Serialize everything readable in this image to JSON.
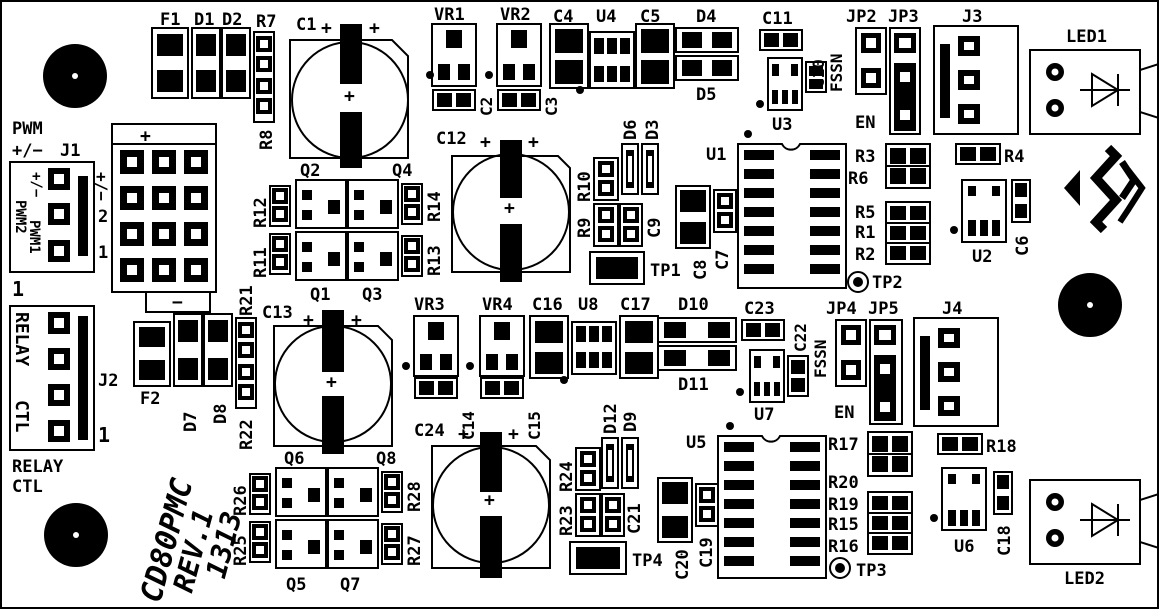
{
  "board": {
    "title": "CD80PMC",
    "revision": "REV.1",
    "code": "1313"
  },
  "labels": {
    "F1": "F1",
    "D1": "D1",
    "D2": "D2",
    "R7": "R7",
    "C1": "C1",
    "VR1": "VR1",
    "VR2": "VR2",
    "C4": "C4",
    "U4": "U4",
    "C5": "C5",
    "D4": "D4",
    "C11": "C11",
    "JP2": "JP2",
    "JP3": "JP3",
    "J3": "J3",
    "LED1": "LED1",
    "R8": "R8",
    "C2": "C2",
    "C3": "C3",
    "D5": "D5",
    "C10": "C10",
    "FSSN1": "FSSN",
    "U3": "U3",
    "EN1": "EN",
    "PWM": "PWM",
    "PWM_POL": "+/−",
    "J1": "J1",
    "J1_1": "1",
    "J1_2": "2",
    "J1_SIDE": "+/−",
    "PWM1": "PWM1",
    "PWM2": "PWM2",
    "PWM2_POL": "+/−",
    "C12": "C12",
    "D6": "D6",
    "D3": "D3",
    "U1": "U1",
    "R3": "R3",
    "R4": "R4",
    "R6": "R6",
    "R5": "R5",
    "R1": "R1",
    "R2": "R2",
    "C6": "C6",
    "U2": "U2",
    "Q2": "Q2",
    "Q4": "Q4",
    "R12": "R12",
    "R14": "R14",
    "R11": "R11",
    "R13": "R13",
    "Q1": "Q1",
    "Q3": "Q3",
    "R10": "R10",
    "R9": "R9",
    "C9": "C9",
    "C8": "C8",
    "C7": "C7",
    "TP1": "TP1",
    "TP2": "TP2",
    "ONE_J1": "1",
    "RELAY1": "RELAY",
    "CTL1": "CTL",
    "J2": "J2",
    "ONE_J2": "1",
    "RELAY2": "RELAY",
    "CTL2": "CTL",
    "F2": "F2",
    "D7": "D7",
    "D8": "D8",
    "R21": "R21",
    "R22": "R22",
    "C13": "C13",
    "VR3": "VR3",
    "VR4": "VR4",
    "C16": "C16",
    "U8": "U8",
    "C17": "C17",
    "D10": "D10",
    "C23": "C23",
    "JP4": "JP4",
    "JP5": "JP5",
    "J4": "J4",
    "C14": "C14",
    "C15": "C15",
    "D11": "D11",
    "C22": "C22",
    "FSSN2": "FSSN",
    "U7": "U7",
    "EN2": "EN",
    "C24": "C24",
    "D12": "D12",
    "D9": "D9",
    "U5": "U5",
    "R17": "R17",
    "R18": "R18",
    "R20": "R20",
    "R19": "R19",
    "R15": "R15",
    "R16": "R16",
    "U6": "U6",
    "C18": "C18",
    "Q6": "Q6",
    "Q8": "Q8",
    "R26": "R26",
    "R28": "R28",
    "R25": "R25",
    "R27": "R27",
    "Q5": "Q5",
    "Q7": "Q7",
    "R24": "R24",
    "R23": "R23",
    "C21": "C21",
    "C20": "C20",
    "C19": "C19",
    "TP4": "TP4",
    "TP3": "TP3",
    "LED2": "LED2",
    "plus": "+",
    "minus": "−"
  }
}
